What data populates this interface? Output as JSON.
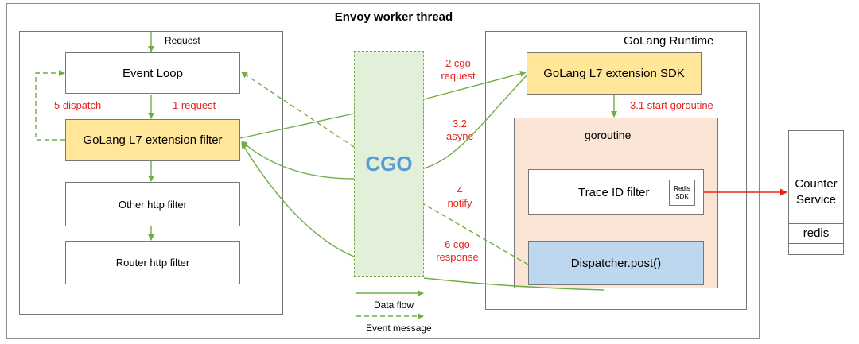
{
  "title": "Envoy worker thread",
  "envoy": {
    "request_label": "Request",
    "event_loop": "Event Loop",
    "filter": "GoLang L7 extension filter",
    "other_filter": "Other http filter",
    "router_filter": "Router http filter",
    "label_dispatch": "5 dispatch",
    "label_request": "1 request"
  },
  "cgo": {
    "label": "CGO",
    "step2": [
      "2 cgo",
      "request"
    ],
    "step32": [
      "3.2",
      "async"
    ],
    "step4": [
      "4",
      "notify"
    ],
    "step6": [
      "6 cgo",
      "response"
    ]
  },
  "runtime": {
    "title": "GoLang Runtime",
    "sdk": "GoLang L7 extension SDK",
    "step31": "3.1  start goroutine",
    "goroutine": "goroutine",
    "trace_filter": "Trace ID filter",
    "redis_sdk": [
      "Redis",
      "SDK"
    ],
    "dispatcher": "Dispatcher.post()"
  },
  "counter": {
    "name": [
      "Counter",
      "Service"
    ],
    "redis": "redis"
  },
  "legend": {
    "data_flow": "Data flow",
    "event_message": "Event message"
  },
  "colors": {
    "green": "#70ad47",
    "red": "#e8241c",
    "yellow": "#ffe699",
    "peach": "#fbe5d6",
    "blue": "#bdd7ee",
    "cgo_fill": "#e2f0d9",
    "cgo_text": "#5b9bd5"
  }
}
